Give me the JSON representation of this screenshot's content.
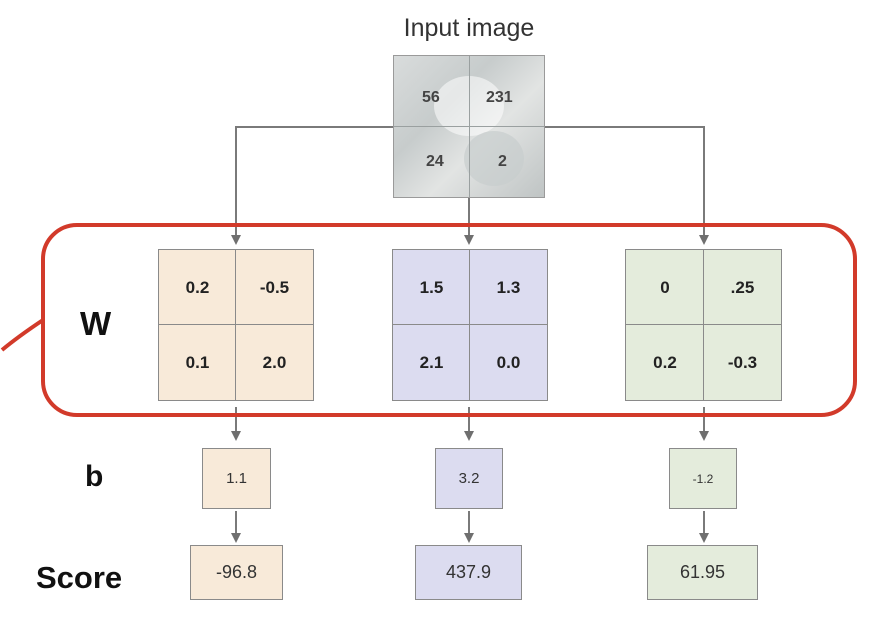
{
  "input": {
    "caption": "Input image",
    "pixels": [
      "56",
      "231",
      "24",
      "2"
    ]
  },
  "labels": {
    "w": "W",
    "b": "b",
    "score": "Score"
  },
  "classes": [
    {
      "weights": [
        "0.2",
        "-0.5",
        "0.1",
        "2.0"
      ],
      "bias": "1.1",
      "score": "-96.8",
      "color": "#f8ead9"
    },
    {
      "weights": [
        "1.5",
        "1.3",
        "2.1",
        "0.0"
      ],
      "bias": "3.2",
      "score": "437.9",
      "color": "#dcdcf0"
    },
    {
      "weights": [
        "0",
        ".25",
        "0.2",
        "-0.3"
      ],
      "bias": "-1.2",
      "score": "61.95",
      "color": "#e4ecdc"
    }
  ],
  "colors": {
    "highlight": "#d23a2a",
    "line": "#7a7a7a"
  }
}
